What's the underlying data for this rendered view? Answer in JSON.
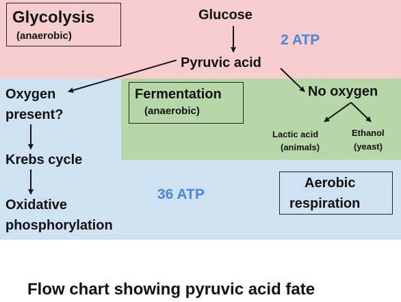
{
  "glycolysis": {
    "title": "Glycolysis",
    "subtitle": "(anaerobic)",
    "glucose": "Glucose",
    "atp": "2 ATP",
    "pyruvic": "Pyruvic acid"
  },
  "aerobic": {
    "question_line1": "Oxygen",
    "question_line2": "present?",
    "krebs": "Krebs cycle",
    "oxidative_line1": "Oxidative",
    "oxidative_line2": "phosphorylation",
    "atp": "36 ATP",
    "label_line1": "Aerobic",
    "label_line2": "respiration"
  },
  "fermentation": {
    "title": "Fermentation",
    "subtitle": "(anaerobic)",
    "no_oxygen": "No oxygen",
    "lactic_line1": "Lactic acid",
    "lactic_line2": "(animals)",
    "ethanol_line1": "Ethanol",
    "ethanol_line2": "(yeast)"
  },
  "caption": "Flow chart showing pyruvic acid fate",
  "colors": {
    "glycolysis_bg": "#f7cdcd",
    "aerobic_bg": "#cfe2f3",
    "fermentation_bg": "#b6d7a8",
    "atp_text": "#4a86d8"
  }
}
